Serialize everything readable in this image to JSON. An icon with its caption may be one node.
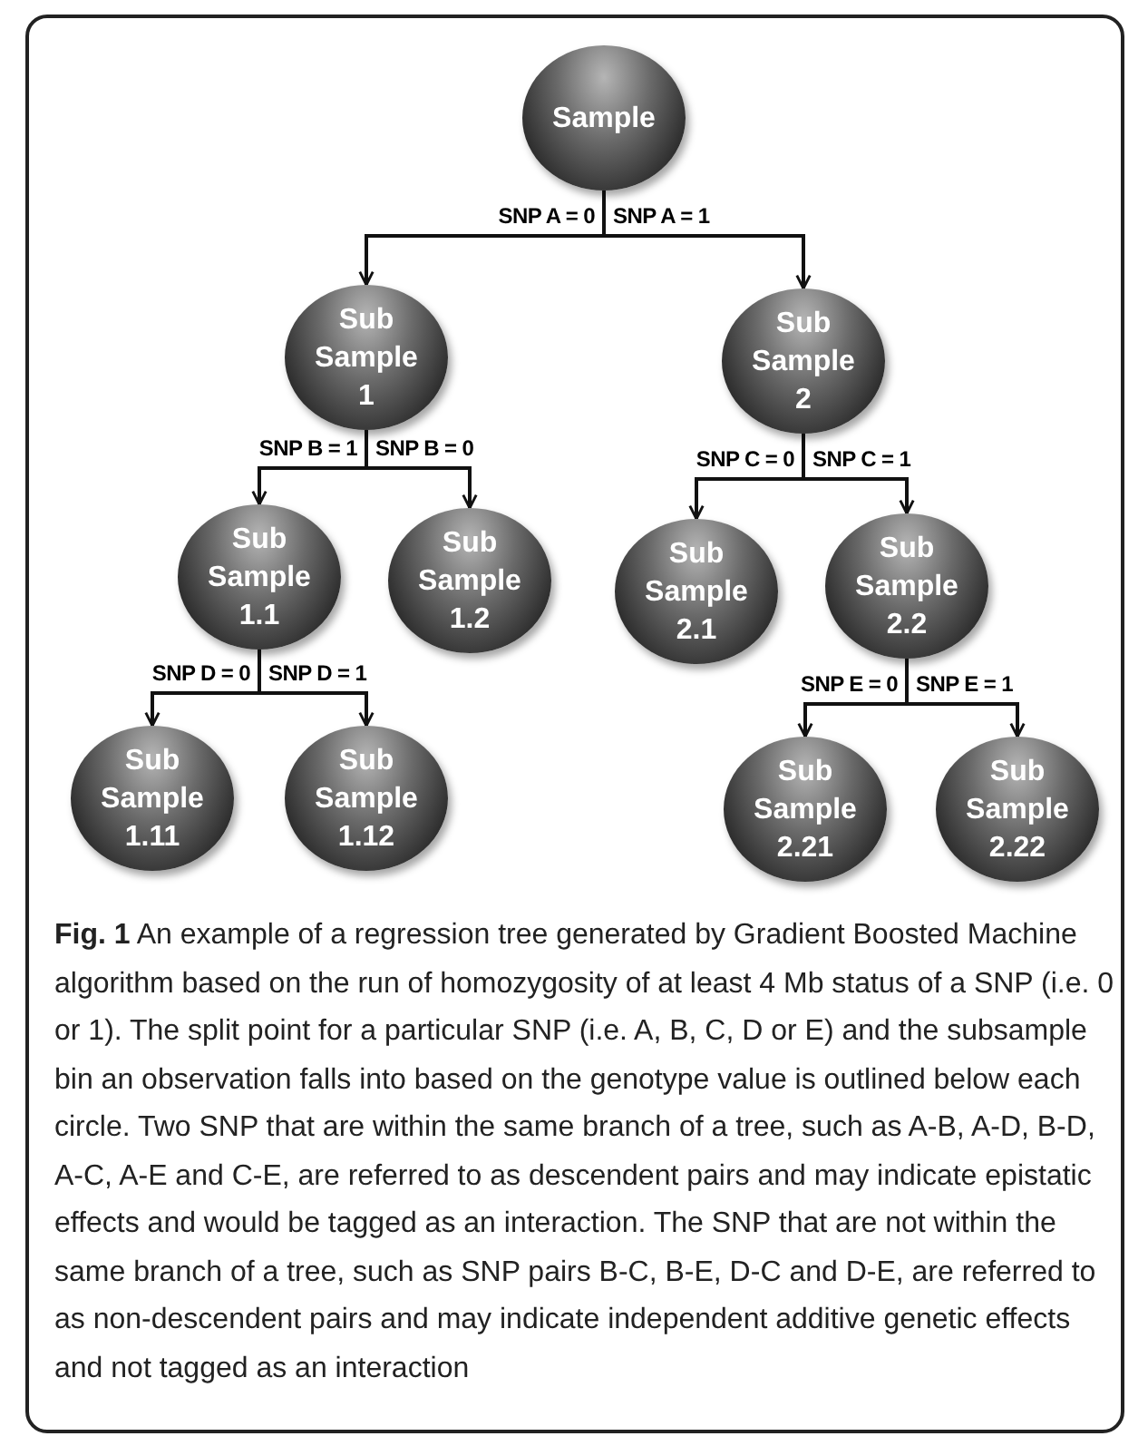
{
  "diagram": {
    "caption": "**Fig. 1** An example of a regression tree generated by Gradient Boosted Machine algorithm based on the run of homozygosity of at least 4 Mb status of a SNP (i.e. 0 or 1). The split point for a particular SNP (i.e. A, B, C, D or E) and the subsample bin an observation falls into based on the genotype value is outlined below each circle. Two SNP that are within the same branch of a tree, such as A-B, A-D, B-D, A-C, A-E and C-E, are referred to as descendent pairs and may indicate epistatic effects and would be tagged as an interaction. The SNP that are not within the same branch of a tree, such as SNP pairs B-C, B-E, D-C and D-E, are referred to as non-descendent pairs and may indicate independent additive genetic effects and not tagged as an interaction",
    "nodes": [
      {
        "text": [
          "Sample"
        ]
      },
      {
        "text": [
          "Sub Sample 1"
        ]
      },
      {
        "text": [
          "Sub Sample 2"
        ]
      },
      {
        "text": [
          "Sub Sample 1.1"
        ]
      },
      {
        "text": [
          "Sub Sample 1.2"
        ]
      },
      {
        "text": [
          "Sub Sample 2.1"
        ]
      },
      {
        "text": [
          "Sub Sample 2.2"
        ]
      },
      {
        "text": [
          "Sub Sample 1.11"
        ]
      },
      {
        "text": [
          "Sub Sample 1.12"
        ]
      },
      {
        "text": [
          "Sub Sample 2.21"
        ]
      },
      {
        "text": [
          "Sub Sample 2.22"
        ]
      }
    ],
    "edges": [
      {
        "from": 0,
        "to": 1,
        "arrow": "to",
        "label": "SNP A = 0"
      },
      {
        "from": 0,
        "to": 2,
        "arrow": "to",
        "label": "SNP A = 1"
      },
      {
        "from": 1,
        "to": 3,
        "arrow": "to",
        "label": "SNP B = 1"
      },
      {
        "from": 1,
        "to": 4,
        "arrow": "to",
        "label": "SNP B = 0"
      },
      {
        "from": 2,
        "to": 5,
        "arrow": "to",
        "label": "SNP C = 0"
      },
      {
        "from": 2,
        "to": 6,
        "arrow": "to",
        "label": "SNP C = 1"
      },
      {
        "from": 3,
        "to": 7,
        "arrow": "to",
        "label": "SNP D = 0"
      },
      {
        "from": 3,
        "to": 8,
        "arrow": "to",
        "label": "SNP D = 1"
      },
      {
        "from": 6,
        "to": 9,
        "arrow": "to",
        "label": "SNP E = 0"
      },
      {
        "from": 6,
        "to": 10,
        "arrow": "to",
        "label": "SNP E = 1"
      }
    ]
  }
}
